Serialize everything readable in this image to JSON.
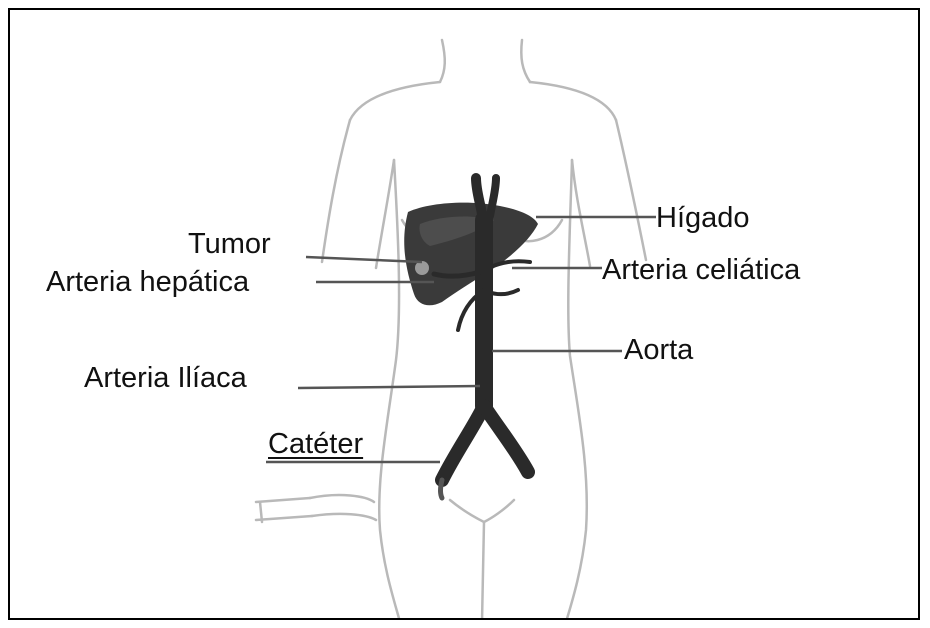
{
  "labels": {
    "tumor": "Tumor",
    "arteria_hepatica": "Arteria hepática",
    "arteria_iliaca": "Arteria Ilíaca",
    "cateter": "Catéter",
    "higado": "Hígado",
    "arteria_celiatica": "Arteria celiática",
    "aorta": "Aorta"
  },
  "colors": {
    "body_outline": "#b9b9b9",
    "liver": "#3a3a3a",
    "vessels": "#2a2a2a",
    "leader_line": "#555555"
  }
}
